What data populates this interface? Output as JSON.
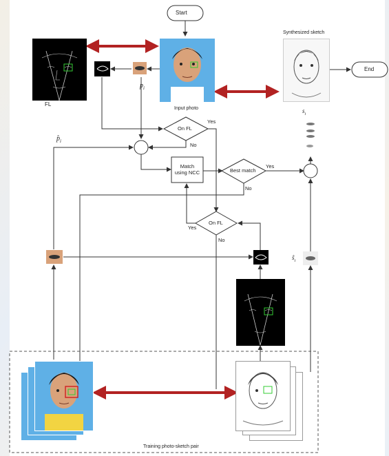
{
  "nodes": {
    "start": "Start",
    "end": "End",
    "on_fl_top": "On FL",
    "on_fl_bottom": "On FL",
    "match": "Match\nusing NCC",
    "best_match": "Best match"
  },
  "labels": {
    "fl": "FL",
    "input_photo": "Input photo",
    "synthesized_sketch": "Synthesized sketch",
    "training_pair": "Training photo-sketch pair",
    "yes_top": "Yes",
    "no_top": "No",
    "yes_best": "Yes",
    "no_best": "No",
    "yes_bottom": "Yes",
    "no_bottom": "No",
    "pi": "p",
    "pi_sub": "i",
    "pi_hat": "p̂",
    "pi_hat_sub": "i",
    "si": "s",
    "si_sub": "i",
    "si_hat": "ŝ",
    "si_hat_sub": "i"
  },
  "colors": {
    "arrow_red": "#b22222",
    "line": "#333333",
    "bg_blue": "#5fb0e6",
    "highlight_green": "#33cc33"
  }
}
